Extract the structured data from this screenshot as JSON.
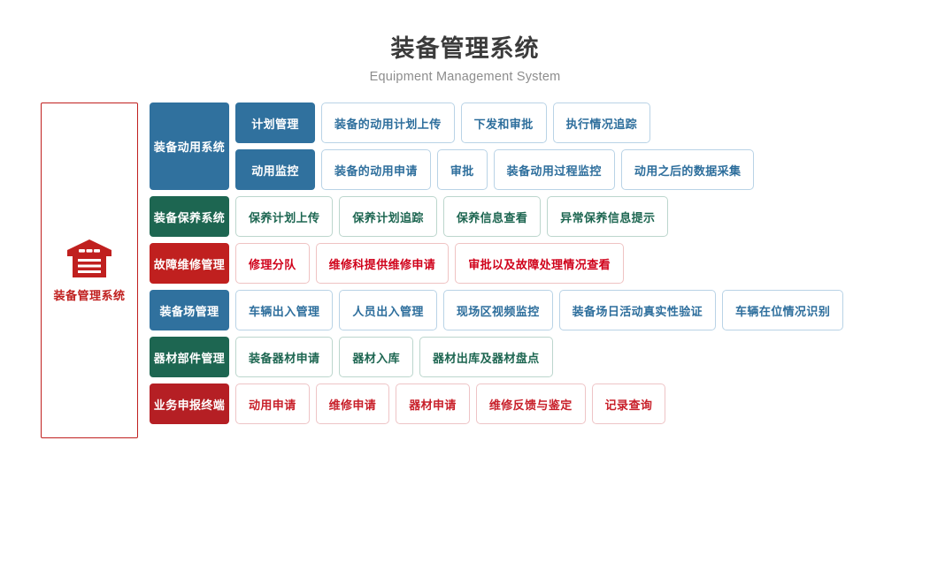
{
  "header": {
    "title": "装备管理系统",
    "subtitle": "Equipment Management System"
  },
  "root": {
    "label": "装备管理系统",
    "icon": "warehouse-icon",
    "color": "#c0201f"
  },
  "colors": {
    "blue": "#30719E",
    "green": "#1D6651",
    "red": "#C0201F",
    "dark_red": "#B51F24",
    "leaf_blue_text": "#2d6e9c",
    "leaf_green_text": "#1d6651",
    "leaf_red_text": "#d0021b",
    "title_text": "#3b3b3b",
    "subtitle_text": "#8d8d8d"
  },
  "rows": [
    {
      "category": "装备动用系统",
      "theme": "blue",
      "groups": [
        {
          "subcategory": "计划管理",
          "leaves": [
            "装备的动用计划上传",
            "下发和审批",
            "执行情况追踪"
          ]
        },
        {
          "subcategory": "动用监控",
          "leaves": [
            "装备的动用申请",
            "审批",
            "装备动用过程监控",
            "动用之后的数据采集"
          ]
        }
      ]
    },
    {
      "category": "装备保养系统",
      "theme": "green",
      "groups": [
        {
          "subcategory": null,
          "leaves": [
            "保养计划上传",
            "保养计划追踪",
            "保养信息查看",
            "异常保养信息提示"
          ]
        }
      ]
    },
    {
      "category": "故障维修管理",
      "theme": "red",
      "groups": [
        {
          "subcategory": null,
          "leaves": [
            "修理分队",
            "维修科提供维修申请",
            "审批以及故障处理情况查看"
          ]
        }
      ]
    },
    {
      "category": "装备场管理",
      "theme": "blue",
      "groups": [
        {
          "subcategory": null,
          "leaves": [
            "车辆出入管理",
            "人员出入管理",
            "现场区视频监控",
            "装备场日活动真实性验证",
            "车辆在位情况识别"
          ]
        }
      ]
    },
    {
      "category": "器材部件管理",
      "theme": "green",
      "groups": [
        {
          "subcategory": null,
          "leaves": [
            "装备器材申请",
            "器材入库",
            "器材出库及器材盘点"
          ]
        }
      ]
    },
    {
      "category": "业务申报终端",
      "theme": "dred",
      "groups": [
        {
          "subcategory": null,
          "leaves": [
            "动用申请",
            "维修申请",
            "器材申请",
            "维修反馈与鉴定",
            "记录查询"
          ]
        }
      ]
    }
  ]
}
